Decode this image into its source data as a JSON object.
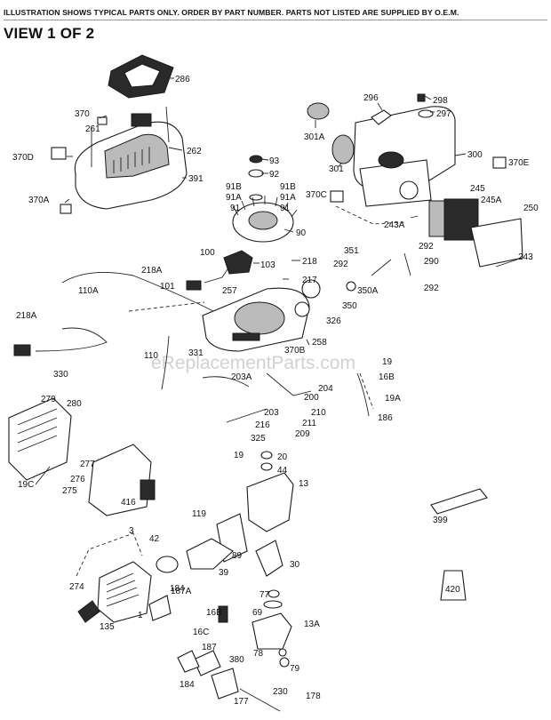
{
  "header": {
    "notice": "ILLUSTRATION SHOWS TYPICAL PARTS ONLY.  ORDER BY PART NUMBER.  PARTS NOT LISTED ARE SUPPLIED BY O.E.M.",
    "view_title": "VIEW 1 OF 2"
  },
  "watermark": "eReplacementParts.com",
  "labels": [
    "286",
    "370",
    "261",
    "262",
    "370D",
    "391",
    "370A",
    "296",
    "298",
    "297",
    "301A",
    "300",
    "370E",
    "301",
    "370C",
    "93",
    "92",
    "91B",
    "91B",
    "91A",
    "91A",
    "91",
    "91",
    "90",
    "245",
    "245A",
    "250",
    "243A",
    "292",
    "243",
    "292",
    "351",
    "290",
    "292",
    "100",
    "103",
    "218",
    "218A",
    "217",
    "101",
    "110A",
    "257",
    "350A",
    "350",
    "326",
    "218A",
    "330",
    "258",
    "110",
    "331",
    "370B",
    "19",
    "203A",
    "16B",
    "204",
    "200",
    "19A",
    "186",
    "279",
    "280",
    "203",
    "210",
    "211",
    "216",
    "209",
    "325",
    "19",
    "20",
    "44",
    "277",
    "276",
    "19C",
    "275",
    "13",
    "416",
    "119",
    "399",
    "3",
    "42",
    "89",
    "30",
    "39",
    "274",
    "184",
    "187A",
    "77",
    "69",
    "1",
    "13A",
    "16B",
    "135",
    "16C",
    "187",
    "380",
    "78",
    "79",
    "184",
    "230",
    "178",
    "177",
    "420"
  ]
}
